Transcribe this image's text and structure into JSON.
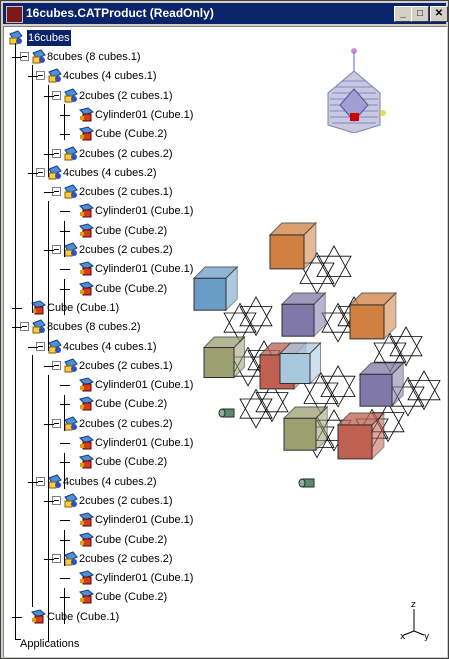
{
  "window": {
    "title": "16cubes.CATProduct (ReadOnly)",
    "buttons": {
      "minimize": "_",
      "maximize": "□",
      "close": "✕"
    }
  },
  "tree": {
    "root": "16cubes",
    "rows": [
      "8cubes (8 cubes.1)",
      "4cubes (4 cubes.1)",
      "2cubes (2 cubes.1)",
      "Cylinder01 (Cube.1)",
      "Cube (Cube.2)",
      "2cubes (2 cubes.2)",
      "4cubes (4 cubes.2)",
      "2cubes (2 cubes.1)",
      "Cylinder01 (Cube.1)",
      "Cube (Cube.2)",
      "2cubes (2 cubes.2)",
      "Cylinder01 (Cube.1)",
      "Cube (Cube.2)",
      "Cube (Cube.1)",
      "8cubes (8 cubes.2)",
      "4cubes (4 cubes.1)",
      "2cubes (2 cubes.1)",
      "Cylinder01 (Cube.1)",
      "Cube (Cube.2)",
      "2cubes (2 cubes.2)",
      "Cylinder01 (Cube.1)",
      "Cube (Cube.2)",
      "4cubes (4 cubes.2)",
      "2cubes (2 cubes.1)",
      "Cylinder01 (Cube.1)",
      "Cube (Cube.2)",
      "2cubes (2 cubes.2)",
      "Cylinder01 (Cube.1)",
      "Cube (Cube.2)",
      "Cube (Cube.1)"
    ],
    "applications": "Applications"
  },
  "axis": {
    "z": "z",
    "x": "x",
    "y": "y"
  },
  "colors": {
    "titlebar": "#0a246a",
    "selection": "#0a246a",
    "cube_orange": "#d08040",
    "cube_blue": "#6a9cc8",
    "cube_purple": "#8078a8",
    "cube_olive": "#9aa070",
    "cube_red": "#c06050",
    "cylinder": "#5f8a6f"
  }
}
